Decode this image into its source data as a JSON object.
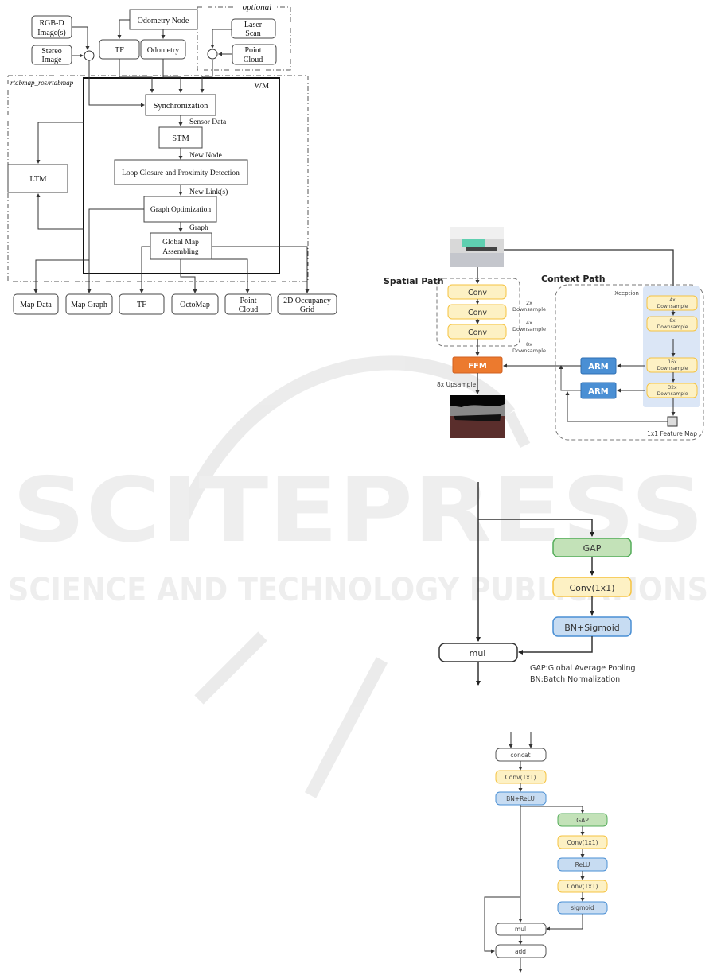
{
  "watermark": {
    "big": "SCITEPRESS",
    "small": "SCIENCE AND TECHNOLOGY PUBLICATIONS"
  },
  "rtabmap": {
    "optional_label": "optional",
    "group_label": "rtabmap_ros/rtabmap",
    "wm_label": "WM",
    "inputs": {
      "rgbd": [
        "RGB-D",
        "Image(s)"
      ],
      "stereo": [
        "Stereo",
        "Image"
      ],
      "odom_node": "Odometry Node",
      "tf": "TF",
      "odometry": "Odometry",
      "laser": [
        "Laser",
        "Scan"
      ],
      "cloud": [
        "Point",
        "Cloud"
      ]
    },
    "modules": {
      "sync": "Synchronization",
      "stm": "STM",
      "loop": "Loop Closure and Proximity Detection",
      "graph_opt": "Graph Optimization",
      "global_map": [
        "Global Map",
        "Assembling"
      ],
      "ltm": "LTM"
    },
    "edge_labels": {
      "sensor_data": "Sensor Data",
      "new_node": "New Node",
      "new_links": "New Link(s)",
      "graph": "Graph"
    },
    "outputs": [
      [
        "Map Data"
      ],
      [
        "Map Graph"
      ],
      [
        "TF"
      ],
      [
        "OctoMap"
      ],
      [
        "Point",
        "Cloud"
      ],
      [
        "2D Occupancy",
        "Grid"
      ]
    ]
  },
  "bisenet": {
    "spatial_path": "Spatial Path",
    "context_path": "Context Path",
    "conv": "Conv",
    "ffm": "FFM",
    "arm": "ARM",
    "xception": "Xception",
    "upsample": "8x Upsample",
    "feature_map": "1x1 Feature Map",
    "spatial_downsamples": [
      [
        "2x",
        "Downsample"
      ],
      [
        "4x",
        "Downsample"
      ],
      [
        "8x",
        "Downsample"
      ]
    ],
    "context_downsamples": [
      [
        "4x",
        "Downsample"
      ],
      [
        "8x",
        "Downsample"
      ],
      [
        "16x",
        "Downsample"
      ],
      [
        "32x",
        "Downsample"
      ]
    ],
    "colors": {
      "conv_fill": "#fdf1c4",
      "conv_stroke": "#f5c342",
      "ffm": "#ec7a2e",
      "arm": "#4a8fd4",
      "xception_bg": "#dbe6f6"
    }
  },
  "arm_module": {
    "gap": "GAP",
    "conv": "Conv(1x1)",
    "bn_sigmoid": "BN+Sigmoid",
    "mul": "mul",
    "legend": [
      "GAP:Global Average Pooling",
      "BN:Batch Normalization"
    ]
  },
  "ffm_module": {
    "concat": "concat",
    "conv1": "Conv(1x1)",
    "bn_relu": "BN+ReLU",
    "gap": "GAP",
    "conv2": "Conv(1x1)",
    "relu": "ReLU",
    "conv3": "Conv(1x1)",
    "sigmoid": "sigmoid",
    "mul": "mul",
    "add": "add"
  }
}
